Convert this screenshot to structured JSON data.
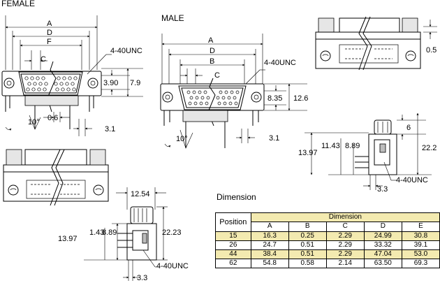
{
  "labels": {
    "female": "FEMALE",
    "male": "MALE",
    "a": "A",
    "d": "D",
    "f": "F",
    "b": "B",
    "c": "C",
    "thread": "4-40UNC",
    "angle": "10°",
    "v_3_3": "3.3",
    "v_3_1": "3.1",
    "v_3_90": "3.90",
    "v_7_9": "7.9",
    "v_0_6": "0.6",
    "v_8_35": "8.35",
    "v_12_6": "12.6",
    "v_0_5": "0.5",
    "v_6": "6",
    "v_13_97": "13.97",
    "v_11_43": "11.43",
    "v_8_89": "8.89",
    "v_22_2": "22.2",
    "v_12_54": "12.54",
    "v_22_23": "22.23",
    "v_1_43": "1.43"
  },
  "table": {
    "title": "Dimension",
    "position_header": "Position",
    "group_header": "Dimension",
    "columns": [
      "A",
      "B",
      "C",
      "D",
      "E"
    ],
    "rows": [
      {
        "position": "15",
        "values": [
          "16.3",
          "0.25",
          "2.29",
          "24.99",
          "30.8"
        ],
        "highlight": true
      },
      {
        "position": "26",
        "values": [
          "24.7",
          "0.51",
          "2.29",
          "33.32",
          "39.1"
        ],
        "highlight": false
      },
      {
        "position": "44",
        "values": [
          "38.4",
          "0.51",
          "2.29",
          "47.04",
          "53.0"
        ],
        "highlight": true
      },
      {
        "position": "62",
        "values": [
          "54.8",
          "0.58",
          "2.14",
          "63.50",
          "69.3"
        ],
        "highlight": false
      }
    ]
  }
}
